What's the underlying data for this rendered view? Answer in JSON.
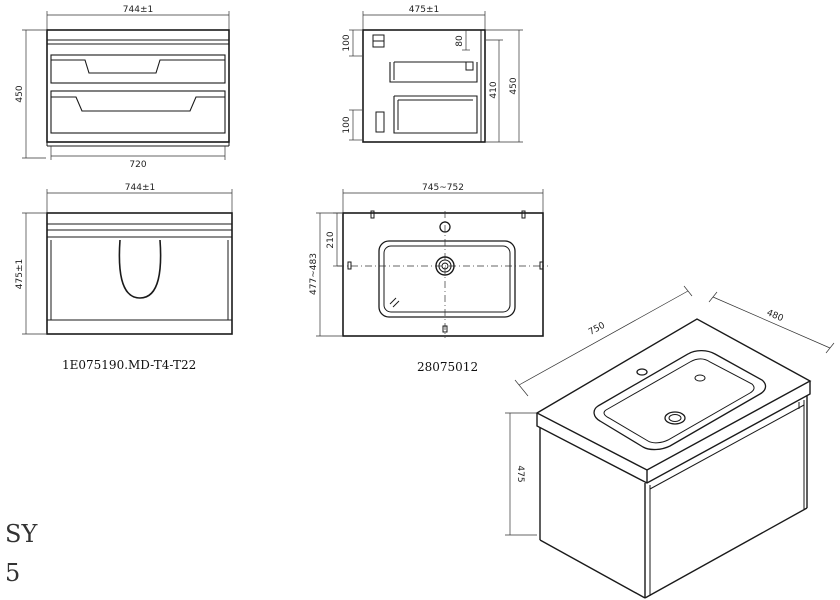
{
  "dims": {
    "front_width": "744±1",
    "front_height": "450",
    "front_inner_width": "720",
    "side_depth": "475±1",
    "side_top_offset": "100",
    "side_top_gap": "80",
    "side_inner_height": "410",
    "side_height": "450",
    "side_bottom_offset": "100",
    "top_width": "744±1",
    "top_depth": "475±1",
    "basin_width": "745~752",
    "basin_depth": "477~483",
    "basin_center": "210",
    "iso_width": "750",
    "iso_depth": "480",
    "iso_height": "475"
  },
  "labels": {
    "cabinet_code": "1E075190.MD-T4-T22",
    "basin_code": "28075012",
    "corner_1": "SY",
    "corner_2": "5"
  }
}
